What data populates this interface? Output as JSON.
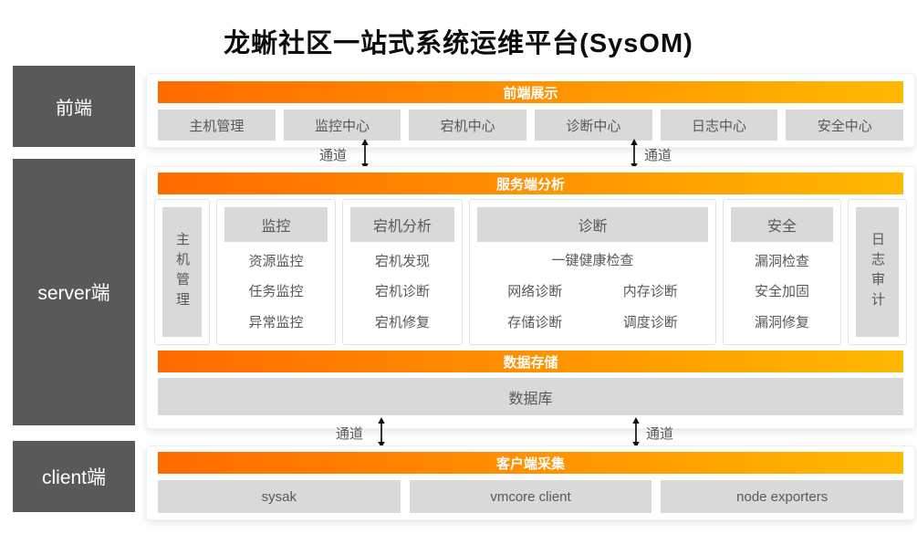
{
  "title": "龙蜥社区一站式系统运维平台(SysOM)",
  "colors": {
    "accent_gradient_start": "#FF6A00",
    "accent_gradient_end": "#FFB800",
    "dark_block": "#595959",
    "gray_button": "#D9D9D9",
    "text_gray": "#595959"
  },
  "sidebar": {
    "items": [
      {
        "label": "前端"
      },
      {
        "label": "server端"
      },
      {
        "label": "client端"
      }
    ]
  },
  "channel_label": "通道",
  "frontend_panel": {
    "header": "前端展示",
    "buttons": [
      "主机管理",
      "监控中心",
      "宕机中心",
      "诊断中心",
      "日志中心",
      "安全中心"
    ]
  },
  "server_panel": {
    "header": "服务端分析",
    "host_mgmt_label": "主机管理",
    "monitor": {
      "header": "监控",
      "items": [
        "资源监控",
        "任务监控",
        "异常监控"
      ]
    },
    "crash": {
      "header": "宕机分析",
      "items": [
        "宕机发现",
        "宕机诊断",
        "宕机修复"
      ]
    },
    "diagnosis": {
      "header": "诊断",
      "featured_item": "一键健康检查",
      "items": [
        "网络诊断",
        "内存诊断",
        "存储诊断",
        "调度诊断"
      ]
    },
    "security": {
      "header": "安全",
      "items": [
        "漏洞检查",
        "安全加固",
        "漏洞修复"
      ]
    },
    "log_audit_label": "日志审计",
    "storage_header": "数据存储",
    "database_label": "数据库"
  },
  "client_panel": {
    "header": "客户端采集",
    "buttons": [
      "sysak",
      "vmcore client",
      "node exporters"
    ]
  }
}
